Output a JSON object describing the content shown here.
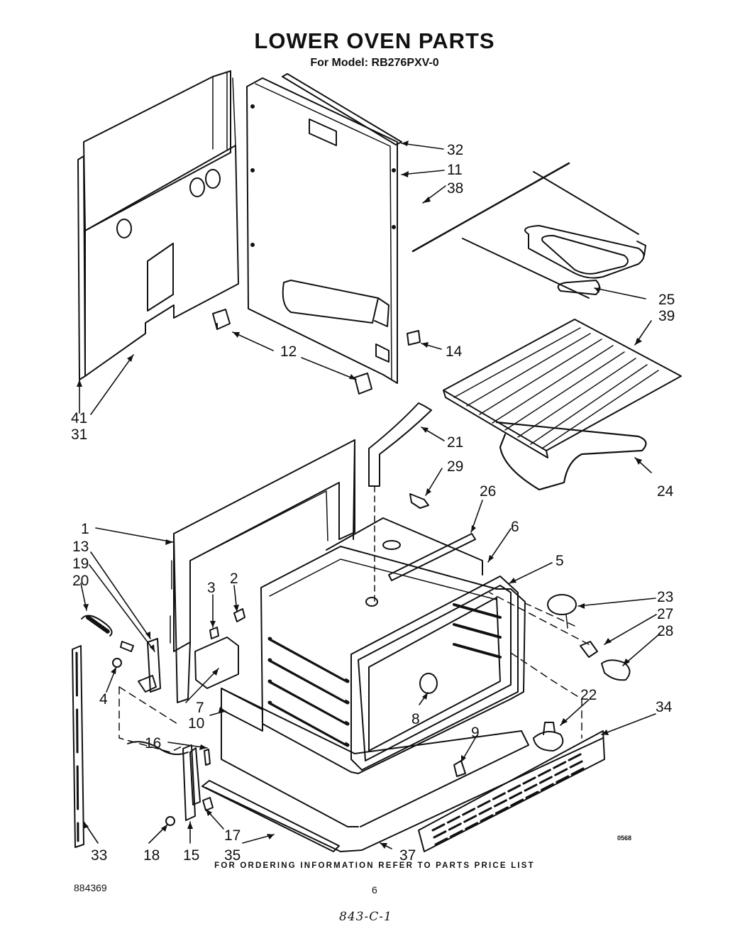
{
  "header": {
    "title": "LOWER OVEN PARTS",
    "model_line": "For Model: RB276PXV-0"
  },
  "callouts": {
    "c1": "1",
    "c2": "2",
    "c3": "3",
    "c4": "4",
    "c5": "5",
    "c6": "6",
    "c7": "7",
    "c8": "8",
    "c9": "9",
    "c10": "10",
    "c11": "11",
    "c12": "12",
    "c13": "13",
    "c14": "14",
    "c15": "15",
    "c16": "16",
    "c17": "17",
    "c18": "18",
    "c19": "19",
    "c20": "20",
    "c21": "21",
    "c22": "22",
    "c23": "23",
    "c24": "24",
    "c25": "25",
    "c26": "26",
    "c27": "27",
    "c28": "28",
    "c29": "29",
    "c31": "31",
    "c32": "32",
    "c33": "33",
    "c34": "34",
    "c35": "35",
    "c37": "37",
    "c38": "38",
    "c39": "39",
    "c41": "41"
  },
  "footer": {
    "ordering_note": "FOR ORDERING INFORMATION REFER TO PARTS PRICE LIST",
    "diagram_code": "0568",
    "document_number": "884369",
    "page_number": "6",
    "handwritten_note": "843-C-1"
  }
}
